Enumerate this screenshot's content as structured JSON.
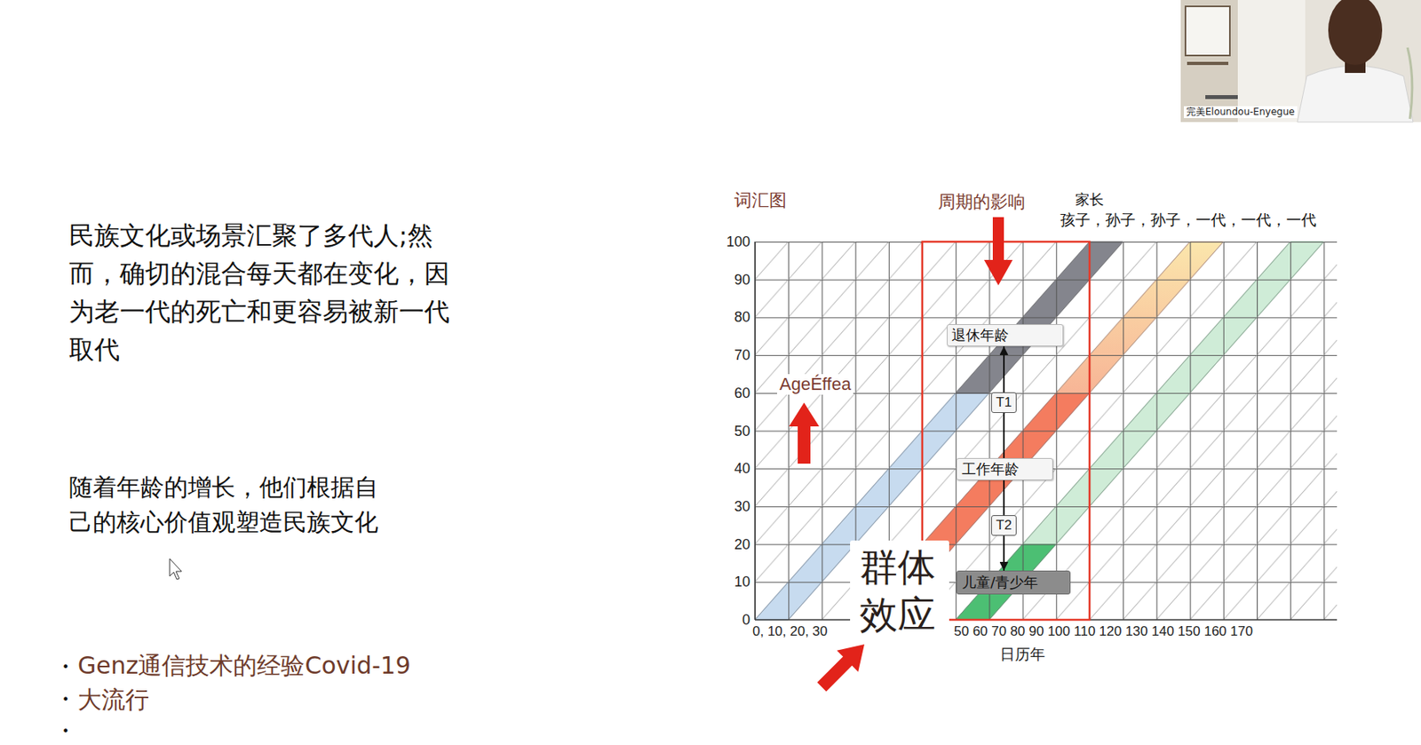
{
  "diagram": {
    "nodes": [
      {
        "text": [
          "完美Eloundou-Enyegue"
        ]
      },
      {
        "text": [
          "退休年龄"
        ]
      },
      {
        "text": [
          "工作年龄"
        ]
      },
      {
        "text": [
          "群体 效应"
        ]
      },
      {
        "text": [
          "儿童/青少年"
        ]
      }
    ],
    "edges": [
      {
        "from": 2,
        "to": 1,
        "arrow": "to",
        "label": "T1"
      },
      {
        "from": 2,
        "to": 4,
        "arrow": "to",
        "label": "T2"
      }
    ],
    "labels": [
      "民族文化或场景汇聚了多代人;然而，确切的混合每天都在变化，因为老一代的死亡和更容易被新一代取代",
      "随着年龄的增长，他们根据自己的核心价值观塑造民族文化",
      "•",
      "Genz通信技术的经验Covid-19大流行",
      "•",
      "•",
      "词汇图",
      "周期的影响",
      "家长",
      "孩子，孙子，孙子，一代，一代，一代",
      "100",
      "90",
      "80",
      "70",
      "60",
      "50",
      "40",
      "30",
      "20",
      "10",
      "0",
      "AgeÉffea",
      "0, 10, 20, 30",
      "50 60 70 80 90 100 110 120 130 140 150 160 170",
      "日历年"
    ]
  }
}
